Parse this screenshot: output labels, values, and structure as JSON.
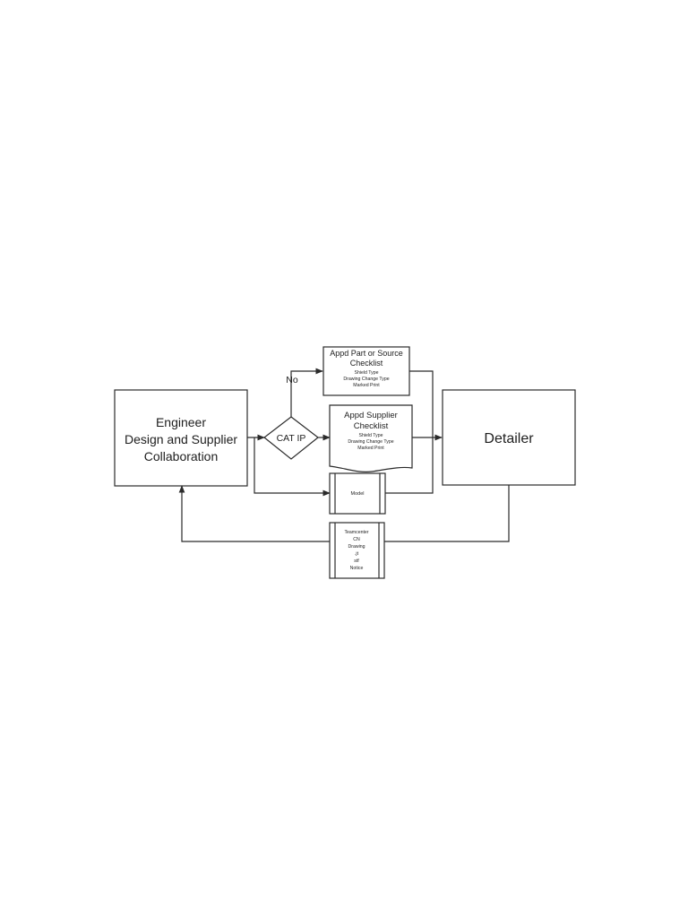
{
  "nodes": {
    "engineer": {
      "line1": "Engineer",
      "line2": "Design and Supplier",
      "line3": "Collaboration"
    },
    "cat_ip": {
      "label": "CAT IP"
    },
    "no_label": "No",
    "part_source_checklist": {
      "title1": "Appd Part or Source",
      "title2": "Checklist",
      "items": [
        "Shield Type",
        "Drawing Change Type",
        "Marked Print"
      ]
    },
    "supplier_checklist": {
      "title1": "Appd Supplier",
      "title2": "Checklist",
      "items": [
        "Shield Type",
        "Drawing Change Type",
        "Marked Print"
      ]
    },
    "model": {
      "label": "Model"
    },
    "teamcenter": {
      "items": [
        "Teamcenter",
        "CN",
        "Drawing",
        ".jt",
        "stf",
        "Notice"
      ]
    },
    "detailer": {
      "label": "Detailer"
    }
  }
}
